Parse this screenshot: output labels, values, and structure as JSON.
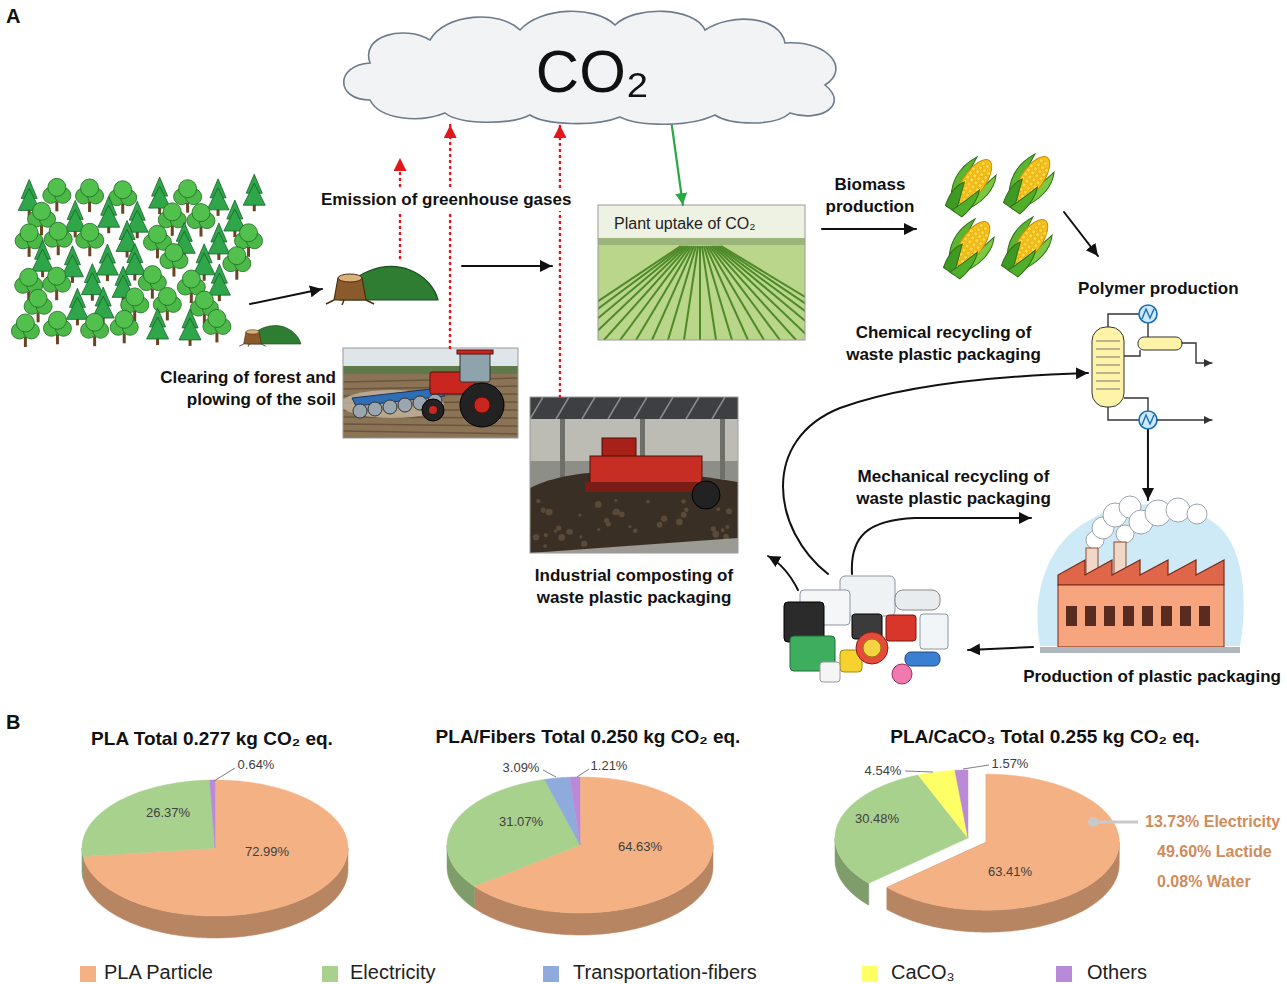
{
  "diagram": {
    "nodes": [
      {
        "text": [
          "CO₂"
        ]
      },
      {
        "text": [
          "Clearing of forest and plowing of the soil"
        ]
      },
      {
        "text": [
          "Plant uptake of CO₂"
        ]
      },
      {
        "text": [
          "Polymer production"
        ]
      },
      {
        "text": [
          "Production of plastic packaging"
        ]
      },
      {
        "text": [
          "Industrial composting of waste plastic packaging"
        ]
      }
    ],
    "edges": [
      {
        "from": 0,
        "to": 2,
        "arrow": "to"
      },
      {
        "from": 1,
        "to": 0,
        "arrow": "to"
      },
      {
        "from": 5,
        "to": 0,
        "arrow": "to"
      },
      {
        "from": 3,
        "to": 4,
        "arrow": "to"
      }
    ],
    "labels": [
      "A",
      "Emission of greenhouse gases",
      "Biomass production",
      "Chemical recycling of waste plastic packaging",
      "Mechanical recycling of waste plastic packaging",
      "B",
      "PLA Total 0.277 kg CO₂ eq.",
      "72.99%",
      "26.37%",
      "0.64%",
      "PLA/Fibers Total 0.250 kg CO₂ eq.",
      "64.63%",
      "31.07%",
      "3.09%",
      "1.21%",
      "PLA/CaCO₃ Total 0.255 kg CO₂ eq.",
      "63.41%",
      "30.48%",
      "4.54%",
      "1.57%",
      "13.73% Electricity",
      "49.60% Lactide",
      "0.08% Water"
    ],
    "legend": [
      {
        "text": "PLA Particle",
        "color": "#F4B183"
      },
      {
        "text": "Electricity",
        "color": "#A9D18E"
      },
      {
        "text": "Transportation-fibers",
        "color": "#8FAADC"
      },
      {
        "text": "CaCO₃",
        "color": "#FFFF66"
      },
      {
        "text": "Others",
        "color": "#B98AD8"
      }
    ]
  }
}
